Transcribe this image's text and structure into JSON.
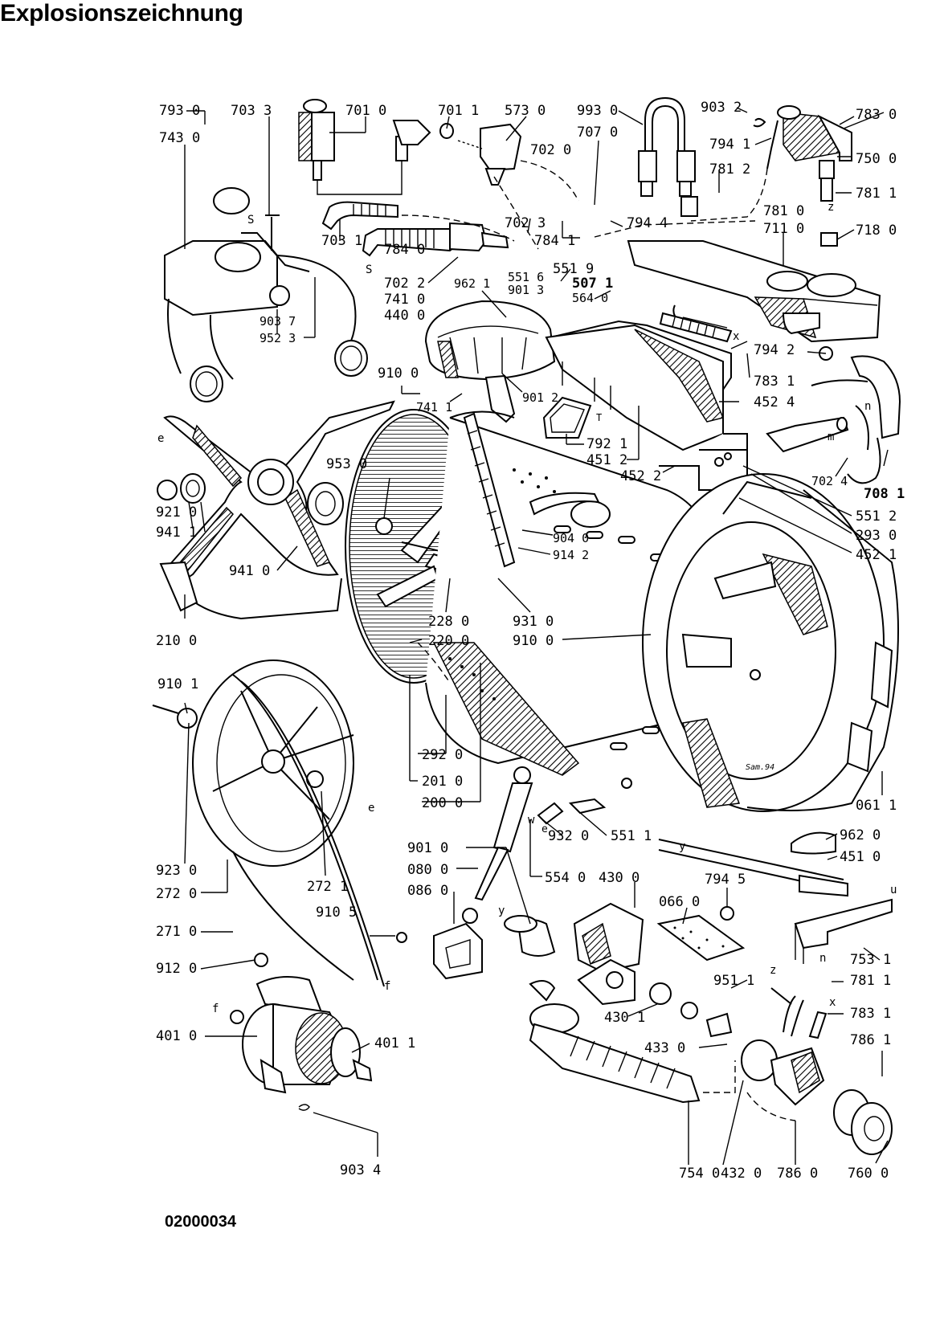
{
  "title": "Explosionszeichnung",
  "document_number": "02000034",
  "signature": "Sam.94",
  "callouts": [
    {
      "id": "c7930",
      "label": "793 0"
    },
    {
      "id": "c7033",
      "label": "703 3"
    },
    {
      "id": "c7010",
      "label": "701 0"
    },
    {
      "id": "c7011",
      "label": "701 1"
    },
    {
      "id": "c5730",
      "label": "573 0"
    },
    {
      "id": "c9930",
      "label": "993 0"
    },
    {
      "id": "c9032",
      "label": "903 2"
    },
    {
      "id": "c7830",
      "label": "783 0"
    },
    {
      "id": "c7430",
      "label": "743 0"
    },
    {
      "id": "c7070",
      "label": "707 0"
    },
    {
      "id": "c7020",
      "label": "702 0"
    },
    {
      "id": "c7941",
      "label": "794 1"
    },
    {
      "id": "c7500",
      "label": "750 0"
    },
    {
      "id": "c7812",
      "label": "781 2"
    },
    {
      "id": "c7811",
      "label": "781 1"
    },
    {
      "id": "c7023",
      "label": "702 3"
    },
    {
      "id": "c7944",
      "label": "794 4"
    },
    {
      "id": "c7810",
      "label": "781 0"
    },
    {
      "id": "c7110",
      "label": "711 0"
    },
    {
      "id": "c7180",
      "label": "718 0"
    },
    {
      "id": "c7031",
      "label": "703 1"
    },
    {
      "id": "c7841",
      "label": "784 1"
    },
    {
      "id": "c7840",
      "label": "784 0"
    },
    {
      "id": "c5519",
      "label": "551 9"
    },
    {
      "id": "c7022",
      "label": "702 2"
    },
    {
      "id": "c9621",
      "label": "962 1"
    },
    {
      "id": "c5516",
      "label": "551 6"
    },
    {
      "id": "c5071",
      "label": "507 1"
    },
    {
      "id": "c7410",
      "label": "741 0"
    },
    {
      "id": "c9013",
      "label": "901 3"
    },
    {
      "id": "c5640",
      "label": "564 0"
    },
    {
      "id": "c4400",
      "label": "440 0"
    },
    {
      "id": "c9037",
      "label": "903 7"
    },
    {
      "id": "c9523",
      "label": "952 3"
    },
    {
      "id": "c7942",
      "label": "794 2"
    },
    {
      "id": "c7831",
      "label": "783 1"
    },
    {
      "id": "c9100",
      "label": "910 0"
    },
    {
      "id": "c7411",
      "label": "741 1"
    },
    {
      "id": "c9012",
      "label": "901 2"
    },
    {
      "id": "c4524",
      "label": "452 4"
    },
    {
      "id": "c7921",
      "label": "792 1"
    },
    {
      "id": "c4512",
      "label": "451 2"
    },
    {
      "id": "c4522",
      "label": "452 2"
    },
    {
      "id": "c7024",
      "label": "702 4"
    },
    {
      "id": "c7081",
      "label": "708 1"
    },
    {
      "id": "c9530",
      "label": "953 0"
    },
    {
      "id": "c9210",
      "label": "921 0"
    },
    {
      "id": "c9411",
      "label": "941 1"
    },
    {
      "id": "c5512",
      "label": "551 2"
    },
    {
      "id": "c2930",
      "label": "293 0"
    },
    {
      "id": "c4521",
      "label": "452 1"
    },
    {
      "id": "c9040",
      "label": "904 0"
    },
    {
      "id": "c9142",
      "label": "914 2"
    },
    {
      "id": "c9410",
      "label": "941 0"
    },
    {
      "id": "c2280",
      "label": "228 0"
    },
    {
      "id": "c9310",
      "label": "931 0"
    },
    {
      "id": "c2200",
      "label": "220 0"
    },
    {
      "id": "c9100b",
      "label": "910 0"
    },
    {
      "id": "c2100",
      "label": "210 0"
    },
    {
      "id": "c9101",
      "label": "910 1"
    },
    {
      "id": "c2920",
      "label": "292 0"
    },
    {
      "id": "c2010",
      "label": "201 0"
    },
    {
      "id": "c2000",
      "label": "200 0"
    },
    {
      "id": "c0611",
      "label": "061 1"
    },
    {
      "id": "c9620",
      "label": "962 0"
    },
    {
      "id": "c9010",
      "label": "901 0"
    },
    {
      "id": "c9320",
      "label": "932 0"
    },
    {
      "id": "c5511",
      "label": "551 1"
    },
    {
      "id": "c4510",
      "label": "451 0"
    },
    {
      "id": "c0800",
      "label": "080 0"
    },
    {
      "id": "c5540",
      "label": "554 0"
    },
    {
      "id": "c4300",
      "label": "430 0"
    },
    {
      "id": "c9230",
      "label": "923 0"
    },
    {
      "id": "c0860",
      "label": "086 0"
    },
    {
      "id": "c7945",
      "label": "794 5"
    },
    {
      "id": "c2720",
      "label": "272 0"
    },
    {
      "id": "c2721",
      "label": "272 1"
    },
    {
      "id": "c9105",
      "label": "910 5"
    },
    {
      "id": "c0660",
      "label": "066 0"
    },
    {
      "id": "c7531",
      "label": "753 1"
    },
    {
      "id": "c2710",
      "label": "271 0"
    },
    {
      "id": "c9120",
      "label": "912 0"
    },
    {
      "id": "c9511",
      "label": "951 1"
    },
    {
      "id": "c7811b",
      "label": "781 1"
    },
    {
      "id": "c4301",
      "label": "430 1"
    },
    {
      "id": "c7831b",
      "label": "783 1"
    },
    {
      "id": "c4010",
      "label": "401 0"
    },
    {
      "id": "c4011",
      "label": "401 1"
    },
    {
      "id": "c4330",
      "label": "433 0"
    },
    {
      "id": "c7861",
      "label": "786 1"
    },
    {
      "id": "c9034",
      "label": "903 4"
    },
    {
      "id": "c7540",
      "label": "754 0"
    },
    {
      "id": "c4320",
      "label": "432 0"
    },
    {
      "id": "c7860",
      "label": "786 0"
    },
    {
      "id": "c7600",
      "label": "760 0"
    }
  ],
  "markers": [
    {
      "id": "mS1",
      "label": "S"
    },
    {
      "id": "mS2",
      "label": "S"
    },
    {
      "id": "mX1",
      "label": "x"
    },
    {
      "id": "mZ1",
      "label": "z"
    },
    {
      "id": "mE1",
      "label": "e"
    },
    {
      "id": "mE2",
      "label": "e"
    },
    {
      "id": "mE3",
      "label": "e"
    },
    {
      "id": "mN1",
      "label": "n"
    },
    {
      "id": "mN2",
      "label": "n"
    },
    {
      "id": "mM1",
      "label": "m"
    },
    {
      "id": "mY1",
      "label": "y"
    },
    {
      "id": "mY2",
      "label": "y"
    },
    {
      "id": "mW1",
      "label": "w"
    },
    {
      "id": "mF1",
      "label": "f"
    },
    {
      "id": "mF2",
      "label": "f"
    },
    {
      "id": "mZ2",
      "label": "z"
    },
    {
      "id": "mX2",
      "label": "x"
    },
    {
      "id": "mU1",
      "label": "u"
    },
    {
      "id": "mT1",
      "label": "T"
    }
  ]
}
